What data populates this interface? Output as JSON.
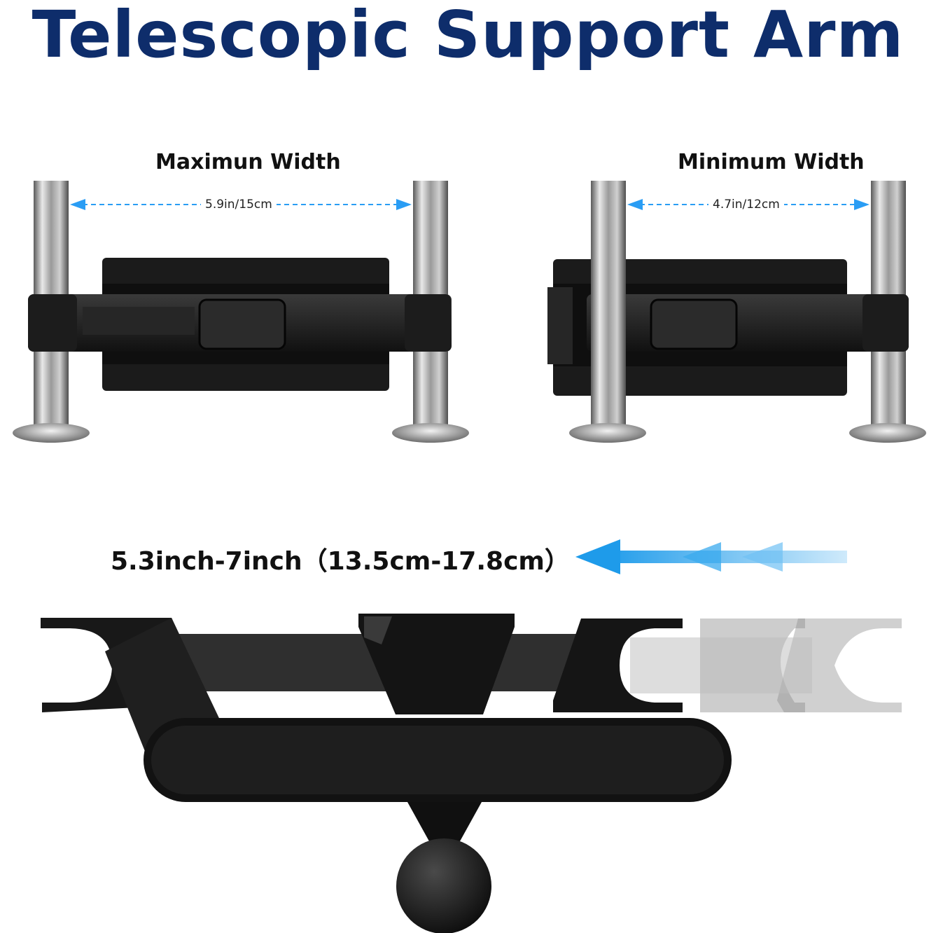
{
  "title": "Telescopic Support Arm",
  "panels": {
    "max": {
      "label": "Maximun Width",
      "dimension": "5.9in/15cm"
    },
    "min": {
      "label": "Minimum Width",
      "dimension": "4.7in/12cm"
    }
  },
  "range_text": "5.3inch-7inch（13.5cm-17.8cm）",
  "colors": {
    "title": "#0e2d6b",
    "arrow": "#1e9bea",
    "dash": "#2a9df4"
  }
}
